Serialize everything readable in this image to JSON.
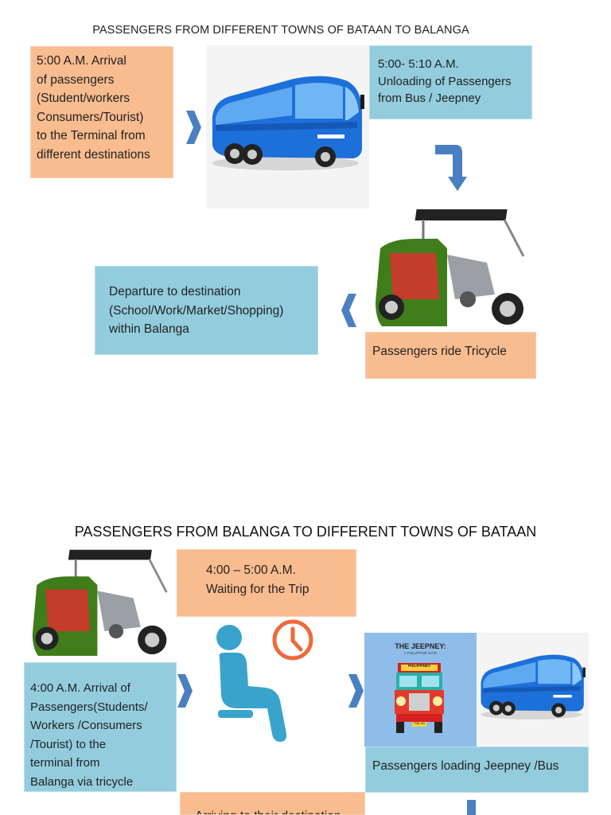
{
  "section1": {
    "title": "PASSENGERS FROM DIFFERENT TOWNS OF BATAAN TO BALANGA",
    "arrival_text": "5:00 A.M. Arrival\nof passengers\n(Student/workers\nConsumers/Tourist)\nto the Terminal from\ndifferent destinations",
    "unloading_text": "5:00- 5:10 A.M.\nUnloading of Passengers\nfrom Bus / Jeepney",
    "ride_text": "Passengers ride Tricycle",
    "departure_text": "Departure to destination\n(School/Work/Market/Shopping)\nwithin Balanga"
  },
  "section2": {
    "title": "PASSENGERS FROM BALANGA TO DIFFERENT TOWNS OF BATAAN",
    "waiting_text": "4:00 – 5:00 A.M.\nWaiting for the Trip",
    "arrival_text": "4:00 A.M. Arrival of\nPassengers(Students/\nWorkers /Consumers\n/Tourist) to the\nterminal from\nBalanga via tricycle",
    "loading_text": "Passengers loading Jeepney /Bus",
    "arriving_text": "Arriving to their destination",
    "jeepney_poster_title": "THE JEEPNEY:",
    "jeepney_poster_sub": "A PHILIPPINE ICON",
    "jeepney_sign": "PHILIPPINES",
    "jeepney_plate": "TMB-440"
  },
  "colors": {
    "orange_box": "#f9bc8f",
    "blue_box": "#93cddd",
    "arrow_blue": "#4a7fc1",
    "bus_blue": "#1d6fd9",
    "person_blue": "#3aa3cc",
    "clock_orange": "#ee6a3c",
    "tricycle_green": "#3f7d1a"
  }
}
